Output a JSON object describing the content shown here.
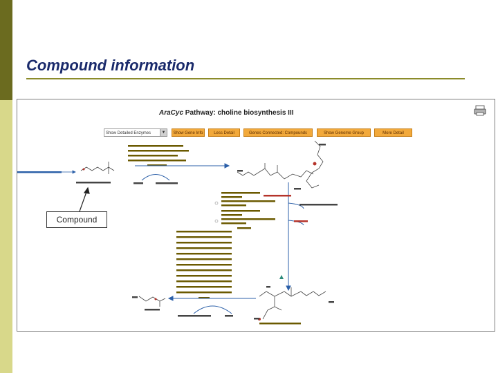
{
  "slide": {
    "title": "Compound information",
    "callout_label": "Compound"
  },
  "pathway": {
    "app_name": "AraCyc",
    "title_rest": " Pathway: choline biosynthesis III",
    "view_select": "Show Detailed Enzymes",
    "buttons": [
      "Show Gene Info",
      "Less Detail",
      "Genes Connected: Compounds",
      "Show Genome Group",
      "More Detail"
    ]
  },
  "colors": {
    "accent_olive": "#6b6b1f",
    "sidebar_light": "#d8d88a",
    "title_blue": "#1a2a6b",
    "button_orange": "#f2a93b",
    "enzyme_text": "#6b5a00",
    "arrow_blue": "#2b5fa8",
    "highlight_red": "#b5332a"
  }
}
